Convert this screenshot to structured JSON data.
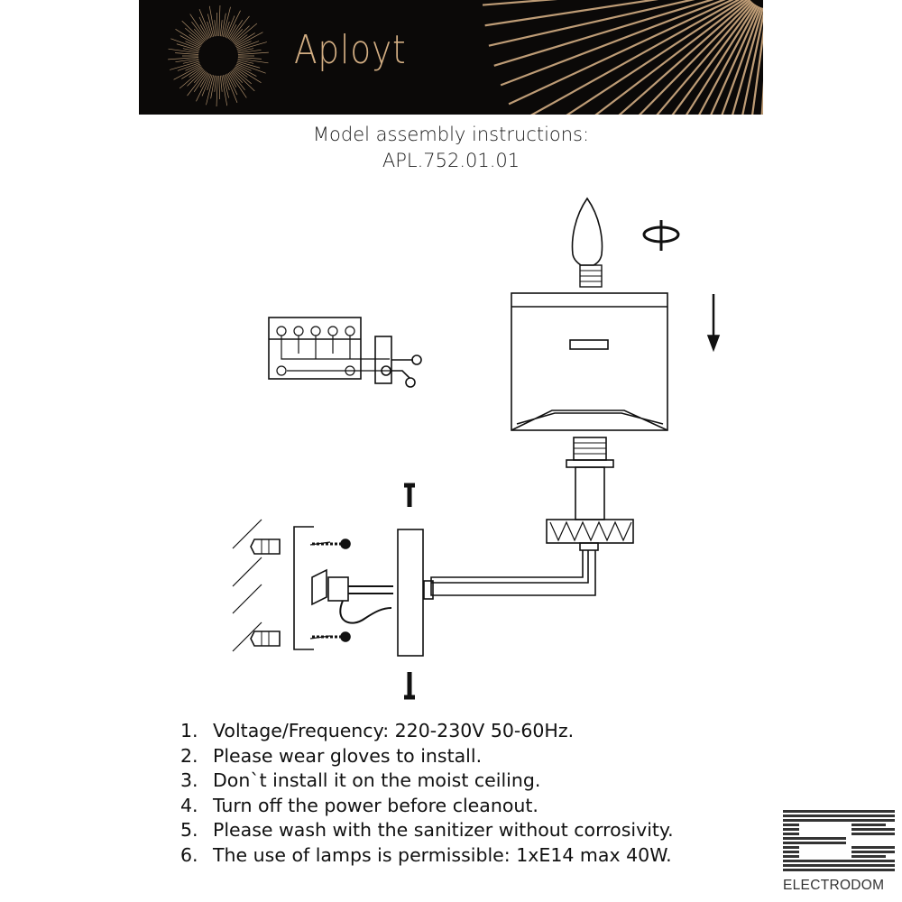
{
  "header": {
    "brand": "Aployt",
    "colors": {
      "background": "#0b0908",
      "gold": "#d2ad82"
    }
  },
  "title": {
    "line1": "Model assembly instructions:",
    "line2": "APL.752.01.01"
  },
  "notes": [
    {
      "num": "1.",
      "text": "Voltage/Frequency: 220-230V 50-60Hz."
    },
    {
      "num": "2.",
      "text": "Please wear gloves to install."
    },
    {
      "num": "3.",
      "text": "Don`t install it on the moist ceiling."
    },
    {
      "num": "4.",
      "text": "Turn off the power before cleanout."
    },
    {
      "num": "5.",
      "text": "Please wash with the sanitizer without corrosivity."
    },
    {
      "num": "6.",
      "text": "The use of lamps is permissible: 1xE14 max 40W."
    }
  ],
  "footer_logo": {
    "text": "ELECTRODOM"
  }
}
